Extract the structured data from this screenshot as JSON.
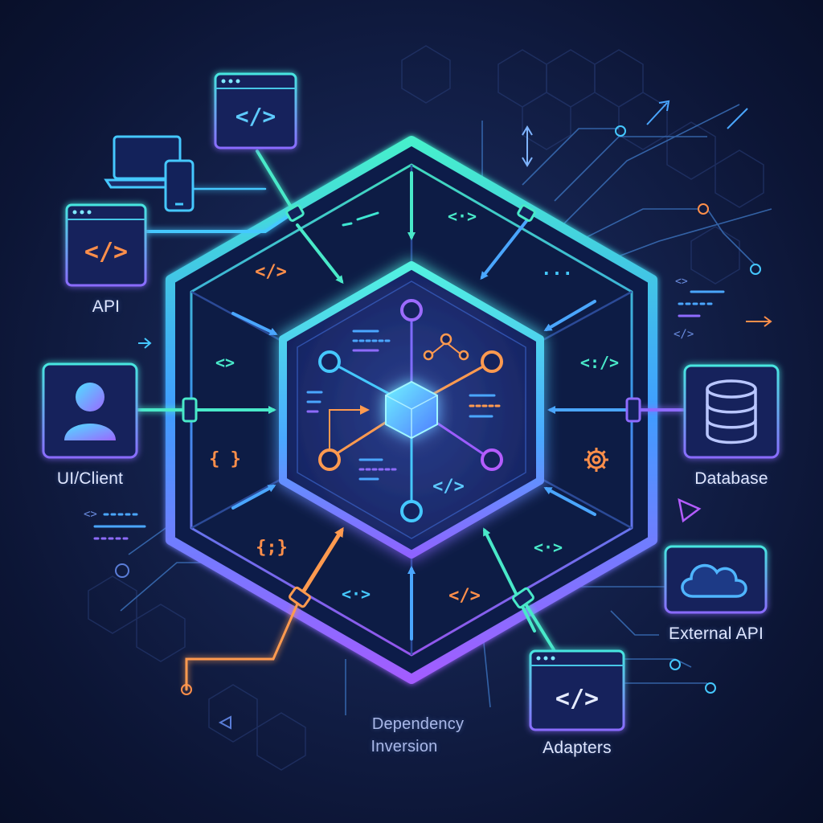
{
  "labels": {
    "api": "API",
    "ui_client": "UI/Client",
    "database": "Database",
    "external_api": "External API",
    "adapters": "Adapters",
    "dependency_line1": "Dependency",
    "dependency_line2": "Inversion"
  },
  "glyphs": {
    "code": "</>",
    "angle": "<>",
    "angle_dot": "<·>",
    "braces": "{ }",
    "braces_semi": "{;}",
    "angle_slash_dots": "<:/>",
    "dots": "···"
  },
  "icons": [
    "code-window-icon",
    "laptop-icon",
    "phone-icon",
    "user-icon",
    "database-icon",
    "cloud-icon",
    "gear-icon",
    "cube-icon"
  ],
  "colors": {
    "background": "#0c1535",
    "teal": "#3ee6d2",
    "cyan": "#45c8ff",
    "violet": "#8e6bff",
    "magenta": "#b45cff",
    "orange": "#ff8f4a"
  }
}
